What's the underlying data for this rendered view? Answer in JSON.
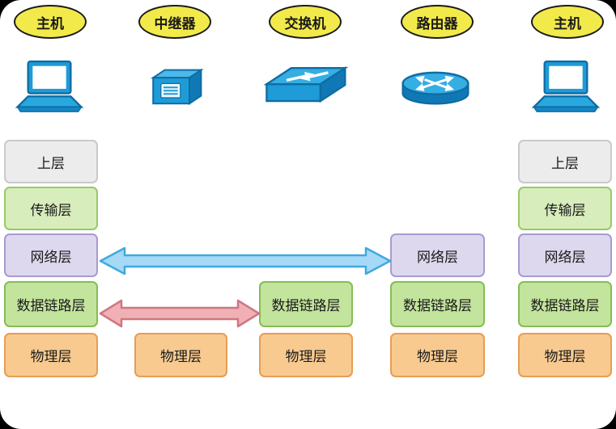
{
  "nodes": [
    {
      "label": "主机"
    },
    {
      "label": "中继器"
    },
    {
      "label": "交换机"
    },
    {
      "label": "路由器"
    },
    {
      "label": "主机"
    }
  ],
  "stacks": {
    "host_left": [
      "上层",
      "传输层",
      "网络层",
      "数据链路层",
      "物理层"
    ],
    "repeater": [
      "物理层"
    ],
    "switch": [
      "数据链路层",
      "物理层"
    ],
    "router": [
      "网络层",
      "数据链路层",
      "物理层"
    ],
    "host_right": [
      "上层",
      "传输层",
      "网络层",
      "数据链路层",
      "物理层"
    ]
  },
  "icons": {
    "host_left": "laptop-icon",
    "repeater": "repeater-icon",
    "switch": "switch-icon",
    "router": "router-icon",
    "host_right": "laptop-icon"
  },
  "colors": {
    "node_fill": "#f2ea4a",
    "upper_fill": "#ececec",
    "transport_fill": "#d8edbc",
    "network_fill": "#ded8ee",
    "datalink_fill": "#c3e49c",
    "physical_fill": "#f8ca90",
    "arrow_network_fill": "#a6d9f6",
    "arrow_network_stroke": "#3fa9e0",
    "arrow_datalink_fill": "#f0b0b6",
    "arrow_datalink_stroke": "#cd7780",
    "device_blue": "#1f9bd7"
  }
}
